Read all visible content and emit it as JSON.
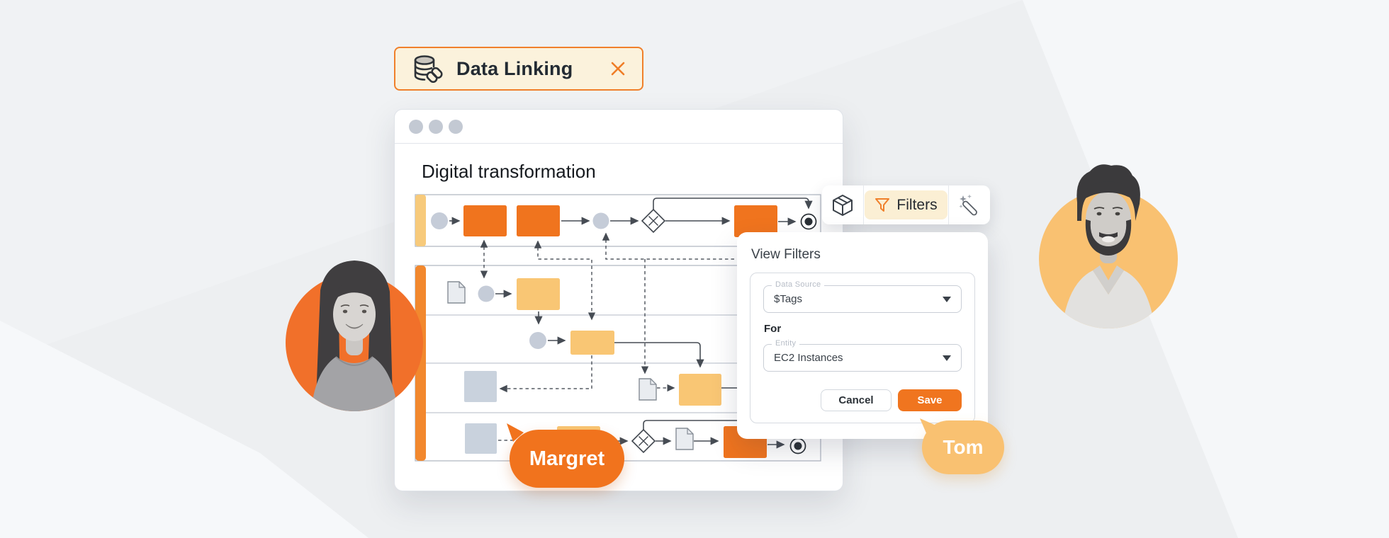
{
  "badge": {
    "label": "Data Linking"
  },
  "window": {
    "title": "Digital transformation"
  },
  "toolbar": {
    "filters_label": "Filters"
  },
  "filters_panel": {
    "title": "View Filters",
    "data_source_label": "Data Source",
    "data_source_value": "$Tags",
    "for_label": "For",
    "entity_label": "Entity",
    "entity_value": "EC2 Instances",
    "cancel_label": "Cancel",
    "save_label": "Save"
  },
  "collaborators": [
    {
      "name": "Margret",
      "cursor_color": "#F1731D"
    },
    {
      "name": "Tom",
      "cursor_color": "#F9C171"
    }
  ],
  "diagram": {
    "kind": "BPMN-style process flowchart, no text labels",
    "pools": 2,
    "lanes_in_second_pool": 4,
    "shape_palette": {
      "task_orange": "#F0741E",
      "task_yellow": "#F9C674",
      "task_gray": "#C9D2DD",
      "event_gray": "#C5CCD8",
      "lane_bar_top": "#F7CA7B",
      "lane_bar_bottom": "#F2882E"
    }
  },
  "colors": {
    "badge_bg": "#FBF2DC",
    "badge_border": "#F0802B",
    "chip_bg": "#FBEFD4",
    "accent_orange": "#F0751F",
    "background": "#EDEFF1"
  }
}
